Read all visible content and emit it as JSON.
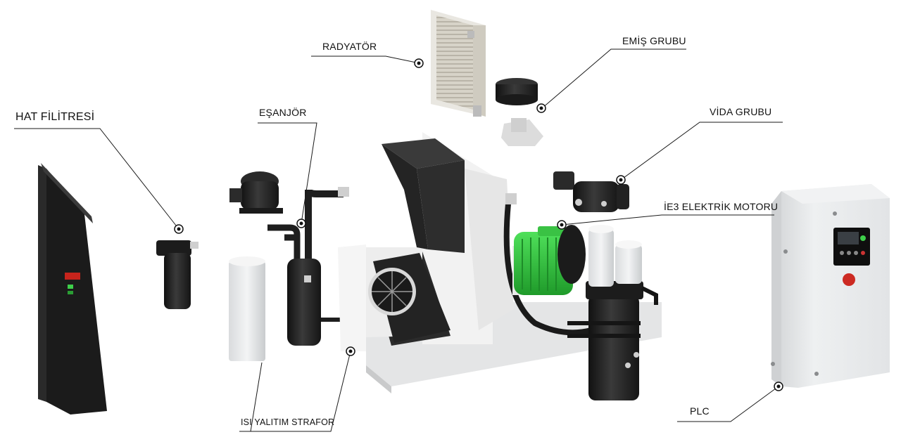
{
  "labels": {
    "radyator": "RADYATÖR",
    "emis_grubu": "EMİŞ GRUBU",
    "vida_grubu": "VİDA GRUBU",
    "ie3_motor": "İE3 ELEKTRİK MOTORU",
    "hat_filitresi": "HAT FİLİTRESİ",
    "esanjor": "EŞANJÖR",
    "isi_yalitim": "ISI YALITIM STRAFOR",
    "plc": "PLC"
  },
  "colors": {
    "motor_green": "#2fbf3a",
    "frame_white": "#f1f1f1",
    "dark_part": "#1e1e1e",
    "leader_line": "#1a1a1a",
    "panel_gray": "#e4e6e8"
  }
}
